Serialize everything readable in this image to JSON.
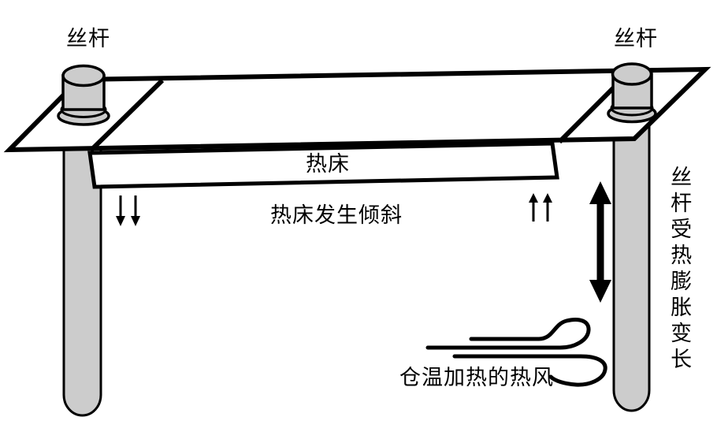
{
  "labels": {
    "left_screw": "丝杆",
    "right_screw": "丝杆",
    "heated_bed": "热床",
    "bed_tilt": "热床发生倾斜",
    "screw_expansion": "丝杆受热膨胀变长",
    "hot_air": "仓温加热的热风"
  },
  "colors": {
    "screw_fill": "#cccccc",
    "surface_fill": "#ffffff",
    "outline": "#000000",
    "background": "#ffffff"
  },
  "icons": {
    "down_arrows": "double-down-arrow",
    "up_arrows": "double-up-arrow",
    "expansion_arrow": "vertical-double-headed-arrow",
    "hot_air_flow": "wind-gust"
  }
}
